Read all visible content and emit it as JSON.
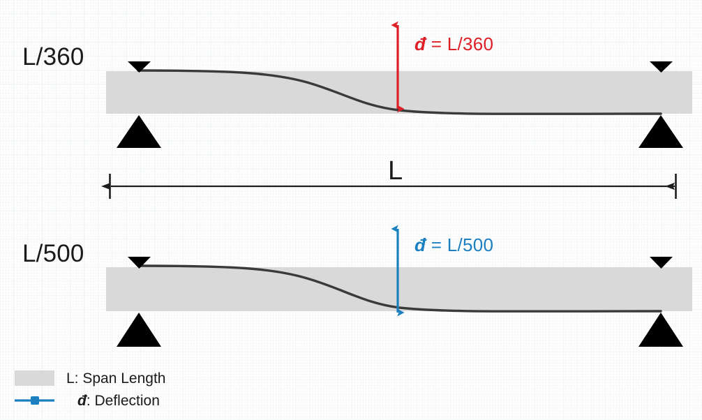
{
  "figure": {
    "title_rows": [
      {
        "label": "L/360"
      },
      {
        "label": "L/500"
      }
    ],
    "span_label": "L",
    "deflection_annotations": [
      {
        "text": "đ = L/360",
        "color": "#DE1F26"
      },
      {
        "text": "đ = L/500",
        "color": "#1B7FC0"
      }
    ],
    "legend": {
      "items": [
        {
          "marker": "gray-swatch",
          "label": "L: Span Length"
        },
        {
          "marker": "blue-line-marker",
          "label": "đ: Deflection"
        }
      ]
    },
    "colors": {
      "beam_fill": "#D9D9D9",
      "curve": "#3A3A3A",
      "support": "#000000",
      "red_arrow": "#DE1F26",
      "blue_arrow": "#1B7FC0",
      "grid": "#eef1f4",
      "background": "#ffffff"
    },
    "symbols": {
      "deflection_symbol": "đ",
      "span_symbol": "L",
      "support_icon": "triangle-support",
      "load_icon": "triangle-down-marker",
      "dimension_icon": "double-arrow-horizontal"
    }
  }
}
